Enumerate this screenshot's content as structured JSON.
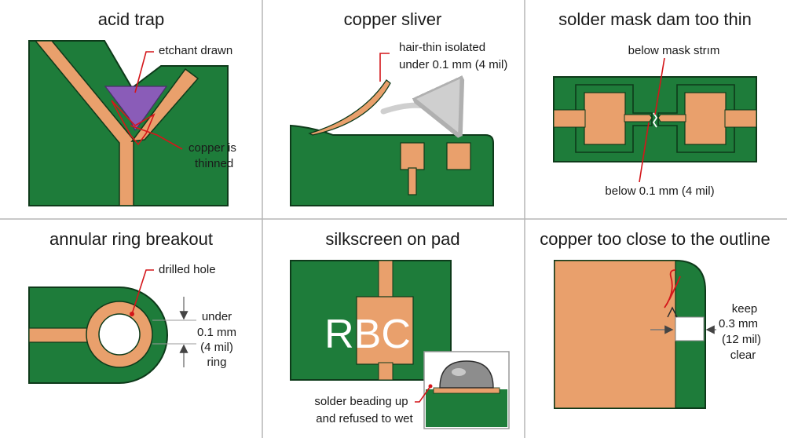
{
  "colors": {
    "board": "#1e7c3a",
    "board_outline": "#0e3a1a",
    "copper": "#e9a06c",
    "etchant": "#8a5cb8",
    "annotation": "#d4161a",
    "grid_line": "#b5b5b5",
    "arrow": "#d9d9d9",
    "solder": "#8d8d8d",
    "silkscreen": "#ffffff"
  },
  "panels": {
    "acid_trap": {
      "title": "acid trap",
      "etchant_label": "etchant drawn",
      "copper_label_1": "copper is",
      "copper_label_2": "thinned"
    },
    "copper_sliver": {
      "title": "copper sliver",
      "label_1": "hair-thin isolated",
      "label_2": "under 0.1 mm (4 mil)"
    },
    "solder_mask_dam": {
      "title": "solder mask dam too thin",
      "top_label": "below mask strım",
      "bottom_label": "below 0.1 mm (4 mil)"
    },
    "annular_ring": {
      "title": "annular ring breakout",
      "hole_label": "drilled hole",
      "ring_label_1": "under",
      "ring_label_2": "0.1 mm",
      "ring_label_3": "(4 mil)",
      "ring_label_4": "ring"
    },
    "silkscreen_on_pad": {
      "title": "silkscreen on pad",
      "marking": "RBC",
      "solder_label_1": "solder beading up",
      "solder_label_2": "and refused to wet"
    },
    "copper_outline": {
      "title": "copper too close to the outline",
      "keep_label_1": "keep",
      "keep_label_2": "0.3 mm",
      "keep_label_3": "(12 mil)",
      "keep_label_4": "clear"
    }
  }
}
